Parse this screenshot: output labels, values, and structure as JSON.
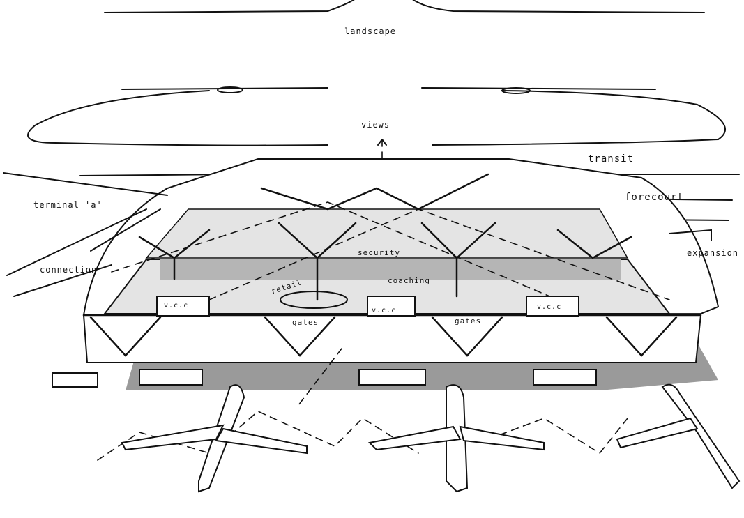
{
  "drawing": {
    "labels": {
      "landscape": "landscape",
      "views": "views",
      "transit": "transit",
      "terminal_a": "terminal 'a'",
      "forecourt": "forecourt",
      "expansion": "expansion",
      "connection": "connection",
      "security": "security",
      "retail": "retail",
      "coaching": "coaching",
      "vcc_left": "v.c.c",
      "vcc_center": "v.c.c",
      "vcc_right": "v.c.c",
      "gates_left": "gates",
      "gates_right": "gates"
    },
    "colors": {
      "ink": "#111111",
      "floor_grey": "#e4e4e4",
      "shadow_grey": "#9a9a9a",
      "paper": "#ffffff"
    }
  }
}
